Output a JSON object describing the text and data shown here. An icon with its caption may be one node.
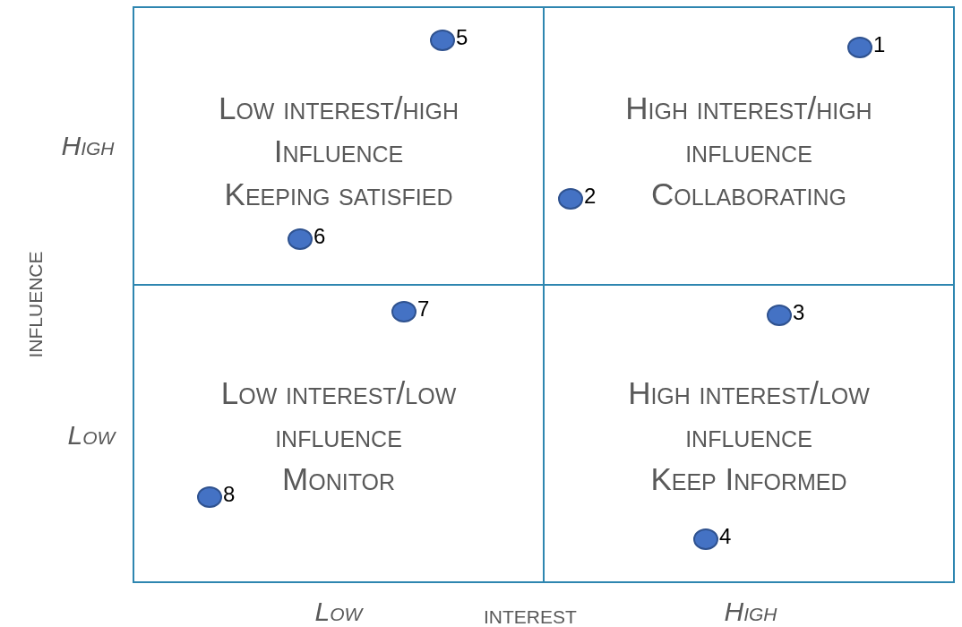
{
  "diagram": {
    "nodes": [
      {
        "text": [
          "Low interest/high Influence",
          "Keeping satisfied"
        ]
      },
      {
        "text": [
          "High interest/high influence",
          "Collaborating"
        ]
      },
      {
        "text": [
          "Low interest/low influence",
          "Monitor"
        ]
      },
      {
        "text": [
          "High interest/low influence",
          "Keep Informed"
        ]
      },
      {
        "text": [],
        "shape": "circle",
        "in": 0,
        "beside": [
          "5"
        ]
      },
      {
        "text": [],
        "shape": "circle",
        "in": 1,
        "beside": [
          "1"
        ]
      },
      {
        "text": [],
        "shape": "circle",
        "in": 1,
        "beside": [
          "2"
        ]
      },
      {
        "text": [],
        "shape": "circle",
        "in": 0,
        "beside": [
          "6"
        ]
      },
      {
        "text": [],
        "shape": "circle",
        "in": 2,
        "beside": [
          "7"
        ]
      },
      {
        "text": [],
        "shape": "circle",
        "in": 3,
        "beside": [
          "3"
        ]
      },
      {
        "text": [],
        "shape": "circle",
        "in": 2,
        "beside": [
          "8"
        ]
      },
      {
        "text": [],
        "shape": "circle",
        "in": 3,
        "beside": [
          "4"
        ]
      }
    ],
    "edges": [],
    "labels": [
      "High",
      "influence",
      "Low",
      "Low",
      "interest",
      "High"
    ]
  }
}
